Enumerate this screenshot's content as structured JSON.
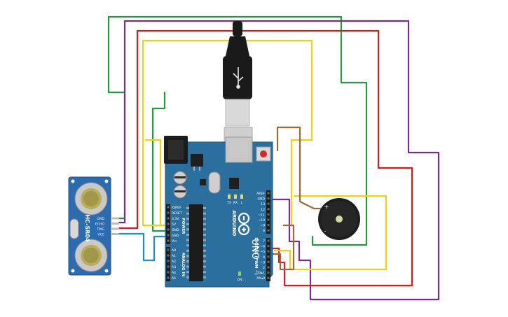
{
  "colors": {
    "board": "#2b6f9e",
    "board_edge": "#1d5277",
    "wire_green": "#1e9c3a",
    "wire_purple": "#7a2c8c",
    "wire_red": "#d11f1f",
    "wire_yellow": "#f0cf1b",
    "wire_brown": "#9a6a3c",
    "wire_blue": "#1b8fd0",
    "sensor_board": "#2b6cb0",
    "buzzer": "#1e1e1e",
    "background": "#ffffff"
  },
  "board": {
    "brand": "ARDUINO",
    "model": "UNO",
    "power_title": "POWER",
    "analog_title": "ANALOG IN",
    "digital_title": "DIGITAL (PWM ~)",
    "on_label": "ON",
    "tx_label": "TX",
    "rx_label": "RX",
    "l_label": "L",
    "power_pins": [
      "IOREF",
      "RESET",
      "3.3V",
      "5V",
      "GND",
      "GND",
      "Vin"
    ],
    "analog_pins": [
      "A0",
      "A1",
      "A2",
      "A3",
      "A4",
      "A5"
    ],
    "digital_top_pins": [
      "AREF",
      "GND",
      "13",
      "12",
      "~11",
      "~10",
      "~9",
      "8"
    ],
    "digital_bottom_pins": [
      "7",
      "~6",
      "~5",
      "4",
      "~3",
      "2",
      "TX▸1",
      "RX◂0"
    ]
  },
  "sensor": {
    "name": "HC-SR04",
    "pins": [
      "GND",
      "ECHO",
      "TRIG",
      "VCC"
    ]
  },
  "buzzer": {
    "plus_label": "+",
    "minus_label": "-"
  },
  "usb": {
    "icon": "usb-icon"
  }
}
